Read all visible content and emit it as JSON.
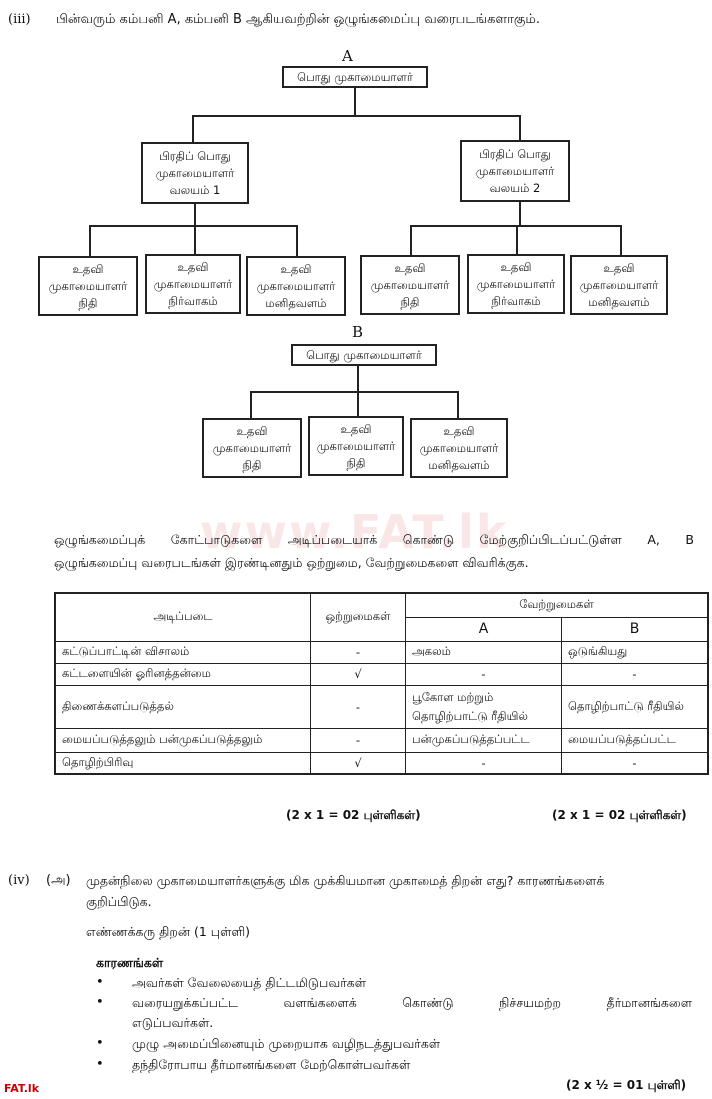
{
  "q3": {
    "number": "(iii)",
    "intro": "பின்வரும் கம்பனி A, கம்பனி B ஆகியவற்றின் ஒழுங்கமைப்பு வரைபடங்களாகும்."
  },
  "chartA": {
    "label": "A",
    "gm": "பொது முகாமையாளர்",
    "deputy1": [
      "பிரதிப் பொது",
      "முகாமையாளர்",
      "வலயம் 1"
    ],
    "deputy2": [
      "பிரதிப் பொது",
      "முகாமையாளர்",
      "வலயம் 2"
    ],
    "assistants": [
      [
        "உதவி",
        "முகாமையாளர்",
        "நிதி"
      ],
      [
        "உதவி",
        "முகாமையாளர்",
        "நிர்வாகம்"
      ],
      [
        "உதவி",
        "முகாமையாளர்",
        "மனிதவளம்"
      ],
      [
        "உதவி",
        "முகாமையாளர்",
        "நிதி"
      ],
      [
        "உதவி",
        "முகாமையாளர்",
        "நிர்வாகம்"
      ],
      [
        "உதவி",
        "முகாமையாளர்",
        "மனிதவளம்"
      ]
    ]
  },
  "chartB": {
    "label": "B",
    "gm": "பொது முகாமையாளர்",
    "assistants": [
      [
        "உதவி",
        "முகாமையாளர்",
        "நிதி"
      ],
      [
        "உதவி",
        "முகாமையாளர்",
        "நிதி"
      ],
      [
        "உதவி",
        "முகாமையாளர்",
        "மனிதவளம்"
      ]
    ]
  },
  "watermark": "www.FAT.lk",
  "question_text": [
    "ஒழுங்கமைப்புக் கோட்பாடுகளை அடிப்படையாக் கொண்டு மேற்குறிப்பிடப்பட்டுள்ள A, B",
    "ஒழுங்கமைப்பு வரைபடங்கள் இரண்டினதும் ஒற்றுமை, வேற்றுமைகளை விவரிக்குக."
  ],
  "table": {
    "h_basis": "அடிப்படை",
    "h_sim": "ஒற்றுமைகள்",
    "h_diff": "வேற்றுமைகள்",
    "h_a": "A",
    "h_b": "B",
    "rows": [
      {
        "basis": "கட்டுப்பாட்டின் விசாலம்",
        "sim": "-",
        "a": "அகலம்",
        "b": "ஒடுங்கியது"
      },
      {
        "basis": "கட்டளையின் ஓரினத்தன்மை",
        "sim": "√",
        "a": "-",
        "b": "-"
      },
      {
        "basis": "திணைக்களப்படுத்தல்",
        "sim": "-",
        "a": "பூகோள மற்றும் தொழிற்பாட்டு ரீதியில்",
        "b": "தொழிற்பாட்டு ரீதியில்"
      },
      {
        "basis": "மையப்படுத்தலும் பன்முகப்படுத்தலும்",
        "sim": "-",
        "a": "பன்முகப்படுத்தப்பட்ட",
        "b": "மையப்படுத்தப்பட்ட"
      },
      {
        "basis": "தொழிற்பிரிவு",
        "sim": "√",
        "a": "-",
        "b": "-"
      }
    ]
  },
  "marks1": "(2 x 1 = 02 புள்ளிகள்)",
  "marks2": "(2 x 1 = 02 புள்ளிகள்)",
  "q4": {
    "number": "(iv)",
    "sub": "(அ)",
    "text1": "முதன்நிலை முகாமையாளர்களுக்கு மிக முக்கியமான முகாமைத் திறன் எது? காரணங்களைக்",
    "text2": "குறிப்பிடுக.",
    "answer": "எண்ணக்கரு திறன் (1 புள்ளி)",
    "reasons_title": "காரணங்கள்",
    "reasons": [
      "அவர்கள் வேலையைத் திட்டமிடுபவர்கள்",
      "வரையறுக்கப்பட்ட வளங்களைக் கொண்டு நிச்சயமற்ற தீர்மானங்களை",
      "எடுப்பவர்கள்.",
      "முழு அமைப்பினையும் முறையாக வழிநடத்துபவர்கள்",
      "தந்திரோபாய தீர்மானங்களை மேற்கொள்பவர்கள்"
    ],
    "marks": "(2 x ½ = 01 புள்ளி)"
  },
  "footer_logo": "FAT.lk"
}
